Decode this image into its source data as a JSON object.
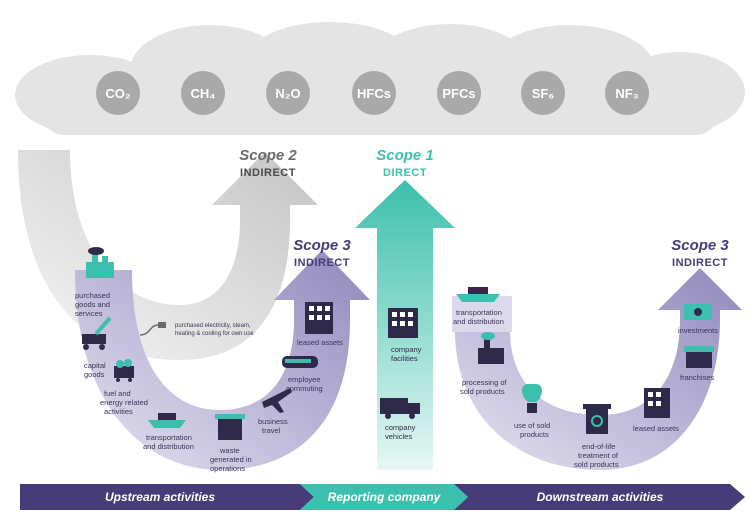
{
  "gases": [
    "CO₂",
    "CH₄",
    "N₂O",
    "HFCs",
    "PFCs",
    "SF₆",
    "NF₃"
  ],
  "scopes": {
    "scope2": {
      "title": "Scope 2",
      "sub": "INDIRECT"
    },
    "scope1": {
      "title": "Scope 1",
      "sub": "DIRECT"
    },
    "scope3_up": {
      "title": "Scope 3",
      "sub": "INDIRECT"
    },
    "scope3_down": {
      "title": "Scope 3",
      "sub": "INDIRECT"
    }
  },
  "upstream": {
    "purchased_goods": [
      "purchased",
      "goods and",
      "services"
    ],
    "capital_goods": [
      "capital",
      "goods"
    ],
    "fuel_energy": [
      "fuel and",
      "energy related",
      "activities"
    ],
    "transport": [
      "transportation",
      "and distribution"
    ],
    "waste": [
      "waste",
      "generated in",
      "operations"
    ],
    "business_travel": [
      "business",
      "travel"
    ],
    "employee_commuting": [
      "employee",
      "commuting"
    ],
    "leased_assets": [
      "leased assets"
    ],
    "electricity": [
      "purchased electricity, steam,",
      "heating & cooling for own use"
    ]
  },
  "reporting": {
    "company_facilities": [
      "company",
      "facilities"
    ],
    "company_vehicles": [
      "company",
      "vehicles"
    ]
  },
  "downstream": {
    "transport": [
      "transportation",
      "and distribution"
    ],
    "processing": [
      "processing of",
      "sold products"
    ],
    "use_of_sold": [
      "use of sold",
      "products"
    ],
    "end_of_life": [
      "end-of-life",
      "treatment of",
      "sold products"
    ],
    "leased_assets": [
      "leased assets"
    ],
    "franchises": [
      "franchises"
    ],
    "investments": [
      "investments"
    ]
  },
  "bar": {
    "upstream": "Upstream activities",
    "reporting": "Reporting company",
    "downstream": "Downstream activities"
  },
  "colors": {
    "purple": "#463d78",
    "teal": "#3dbfae",
    "teal_light": "#a9e5dd",
    "grey": "#bdbdbd",
    "cloud": "#e3e3e3",
    "lavender": "#8f88bd",
    "lavender_light": "#dcd9ec"
  }
}
